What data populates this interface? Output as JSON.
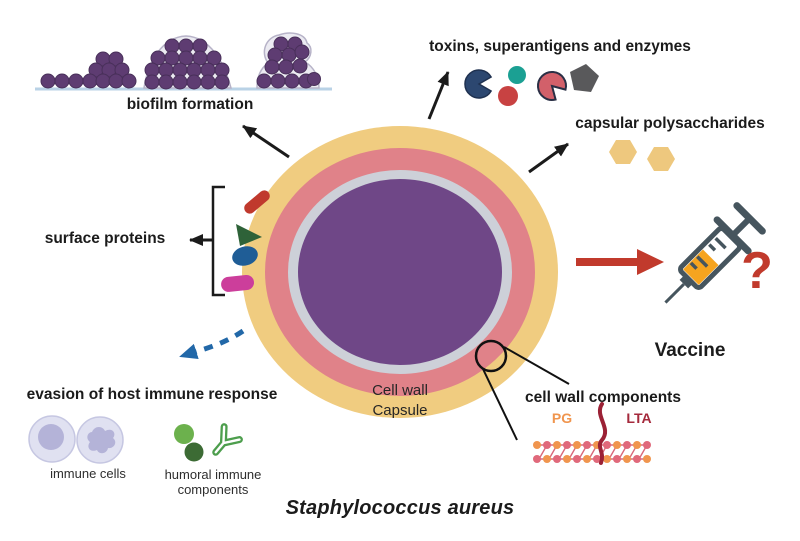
{
  "scene": {
    "title": "Staphylococcus aureus",
    "bacterium": {
      "cell_wall_label": "Cell wall",
      "capsule_label": "Capsule"
    },
    "callouts": {
      "biofilm": {
        "label": "biofilm formation"
      },
      "toxins": {
        "label": "toxins, superantigens and enzymes"
      },
      "capsular": {
        "label": "capsular polysaccharides"
      },
      "surface_proteins": {
        "label": "surface proteins"
      },
      "evasion": {
        "label": "evasion of host immune response",
        "immune_cells_label": "immune cells",
        "humoral_label": "humoral immune components"
      },
      "cell_wall_components": {
        "label": "cell wall components",
        "pg_label": "PG",
        "lta_label": "LTA"
      },
      "vaccine": {
        "label": "Vaccine",
        "question_mark": "?"
      }
    },
    "colors": {
      "capsule_yellow": "#f0cc80",
      "cell_wall_pink": "#e08289",
      "membrane_gray": "#cdd0d8",
      "cytoplasm_purple": "#6f4787",
      "biofilm_purple": "#5e3c72",
      "pg_orange": "#f0954e",
      "pg_pink": "#e0697b",
      "lta_maroon": "#9b2135",
      "vaccine_red": "#c13a2c",
      "evasion_blue": "#2268a8",
      "immune_green": "#4d9e4d",
      "syringe_outline": "#46555e",
      "syringe_fluid": "#f6a41f"
    },
    "icon_names": [
      "biofilm-stage-icon",
      "toxin-pacman-blue-icon",
      "toxin-dot-teal-icon",
      "toxin-dot-red-icon",
      "toxin-pacman-red-icon",
      "toxin-pentagon-icon",
      "polysaccharide-hexagon-icon",
      "surface-protein-rod-icon",
      "surface-protein-triangle-icon",
      "surface-protein-oval-icon",
      "surface-protein-capsule-icon",
      "evasion-dashed-arrow-icon",
      "immune-cell-icon",
      "complement-dot-icon",
      "antibody-icon",
      "magnifier-circle-icon",
      "pg-lattice-icon",
      "lta-strand-icon",
      "vaccine-arrow-icon",
      "syringe-icon",
      "question-mark-icon"
    ]
  }
}
